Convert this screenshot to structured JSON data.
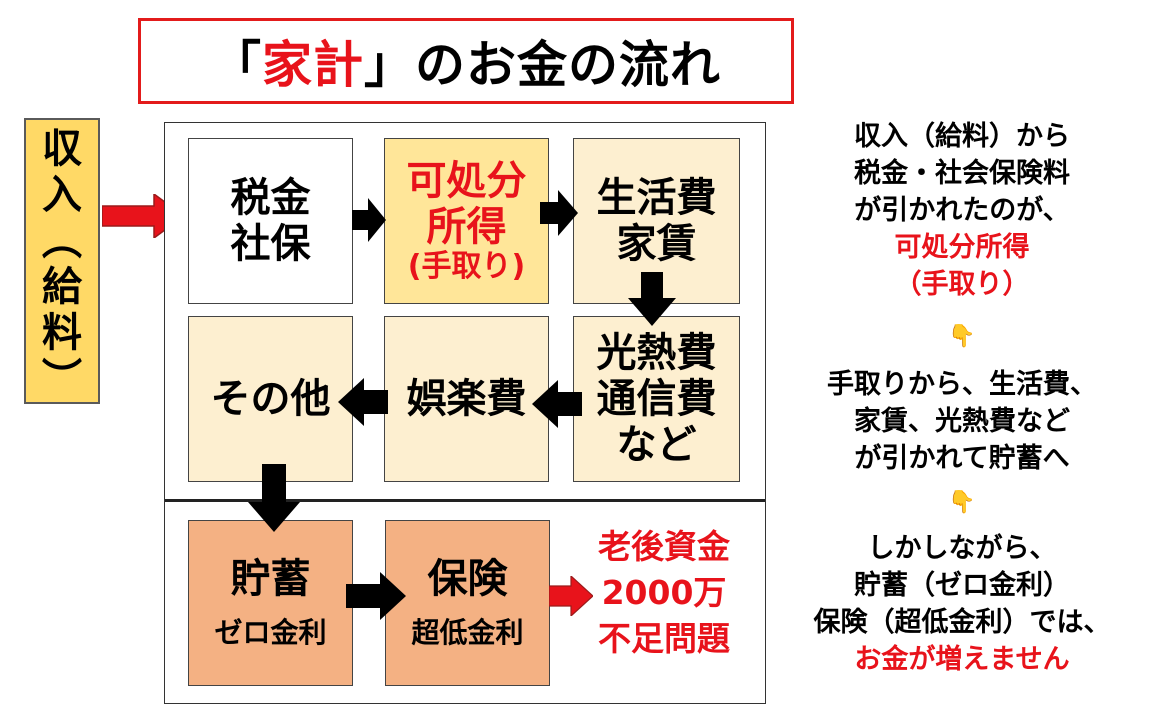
{
  "title": {
    "open": "「",
    "highlight": "家計",
    "close": "」",
    "rest": "のお金の流れ"
  },
  "income": {
    "chars": [
      "収",
      "入",
      "︵",
      "給",
      "料",
      "︶"
    ]
  },
  "boxes": {
    "tax": {
      "line1": "税金",
      "line2": "社保"
    },
    "disposable": {
      "line1": "可処分",
      "line2": "所得",
      "line3": "(手取り)"
    },
    "living": {
      "line1": "生活費",
      "line2": "家賃"
    },
    "utilities": {
      "line1": "光熱費",
      "line2": "通信費",
      "line3": "など"
    },
    "entertainment": {
      "line1": "娯楽費"
    },
    "other": {
      "line1": "その他"
    },
    "savings": {
      "line1": "貯蓄",
      "line2": "ゼロ金利"
    },
    "insurance": {
      "line1": "保険",
      "line2": "超低金利"
    }
  },
  "retirement": {
    "line1": "老後資金",
    "line2": "2000万",
    "line3": "不足問題"
  },
  "notes": {
    "p1_line1": "収入（給料）から",
    "p1_line2": "税金・社会保険料",
    "p1_line3": "が引かれたのが、",
    "p1_line4": "可処分所得",
    "p1_line5": "（手取り）",
    "p2_line1": "手取りから、生活費、",
    "p2_line2": "家賃、光熱費など",
    "p2_line3": "が引かれて貯蓄へ",
    "p3_line1": "しかしながら、",
    "p3_line2": "貯蓄（ゼロ金利）",
    "p3_line3": "保険（超低金利）では、",
    "p3_line4": "お金が増えません"
  },
  "colors": {
    "accent_red": "#e8131b",
    "yellow": "#ffe699",
    "cream": "#fdefd0",
    "salmon": "#f4b183",
    "income_yellow": "#ffd966"
  }
}
